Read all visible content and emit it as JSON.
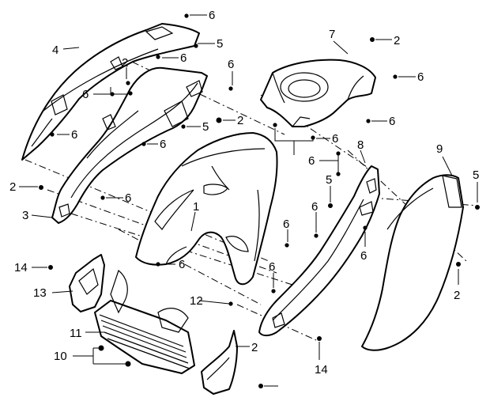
{
  "callouts": [
    {
      "id": "c6a",
      "text": "6"
    },
    {
      "id": "c5a",
      "text": "5"
    },
    {
      "id": "c4",
      "text": "4"
    },
    {
      "id": "c2a",
      "text": "2"
    },
    {
      "id": "c6b",
      "text": "6"
    },
    {
      "id": "c6c",
      "text": "6"
    },
    {
      "id": "c6d",
      "text": "6"
    },
    {
      "id": "c7",
      "text": "7"
    },
    {
      "id": "c2b",
      "text": "2"
    },
    {
      "id": "c6e",
      "text": "6"
    },
    {
      "id": "c6f",
      "text": "6"
    },
    {
      "id": "c5b",
      "text": "5"
    },
    {
      "id": "c2c",
      "text": "2"
    },
    {
      "id": "c6g",
      "text": "6"
    },
    {
      "id": "c6h",
      "text": "6"
    },
    {
      "id": "c6i",
      "text": "6"
    },
    {
      "id": "c2d",
      "text": "2"
    },
    {
      "id": "c6j",
      "text": "6"
    },
    {
      "id": "c3",
      "text": "3"
    },
    {
      "id": "c8",
      "text": "8"
    },
    {
      "id": "c6k",
      "text": "6"
    },
    {
      "id": "c9",
      "text": "9"
    },
    {
      "id": "c5c",
      "text": "5"
    },
    {
      "id": "c5d",
      "text": "5"
    },
    {
      "id": "c1",
      "text": "1"
    },
    {
      "id": "c6l",
      "text": "6"
    },
    {
      "id": "c6m",
      "text": "6"
    },
    {
      "id": "c6n",
      "text": "6"
    },
    {
      "id": "c6o",
      "text": "6"
    },
    {
      "id": "c14a",
      "text": "14"
    },
    {
      "id": "c13",
      "text": "13"
    },
    {
      "id": "c6p",
      "text": "6"
    },
    {
      "id": "c2e",
      "text": "2"
    },
    {
      "id": "c12",
      "text": "12"
    },
    {
      "id": "c11",
      "text": "11"
    },
    {
      "id": "c10",
      "text": "10"
    },
    {
      "id": "c2f",
      "text": "2"
    },
    {
      "id": "c14b",
      "text": "14"
    }
  ]
}
